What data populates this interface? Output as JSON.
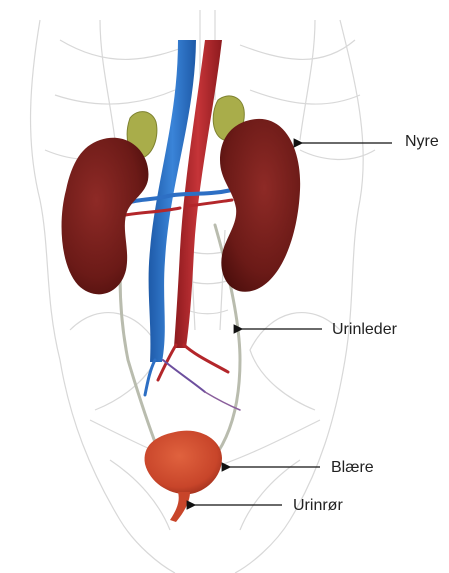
{
  "labels": {
    "kidney": "Nyre",
    "ureter": "Urinleder",
    "bladder": "Blære",
    "urethra": "Urinrør"
  },
  "colors": {
    "kidney": "#7a1f1c",
    "kidney_dark": "#4e0f0d",
    "adrenal": "#a9ad4a",
    "vein": "#2d6fc4",
    "artery": "#b3262a",
    "bladder": "#c8452a",
    "ureter": "#b9bcae",
    "body_outline": "#d6d6d6",
    "pointer": "#111111"
  }
}
